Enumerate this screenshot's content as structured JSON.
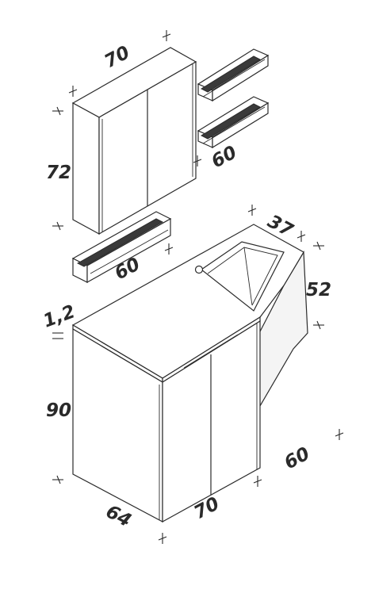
{
  "dimensions": {
    "wall_cabinet_width": "70",
    "wall_cabinet_height": "72",
    "shelves_width": "60",
    "lower_shelf_width": "60",
    "basin_depth": "37",
    "basin_height": "52",
    "top_thickness": "1,2",
    "base_height": "90",
    "base_depth": "64",
    "base_width": "70",
    "extension_depth": "60"
  }
}
